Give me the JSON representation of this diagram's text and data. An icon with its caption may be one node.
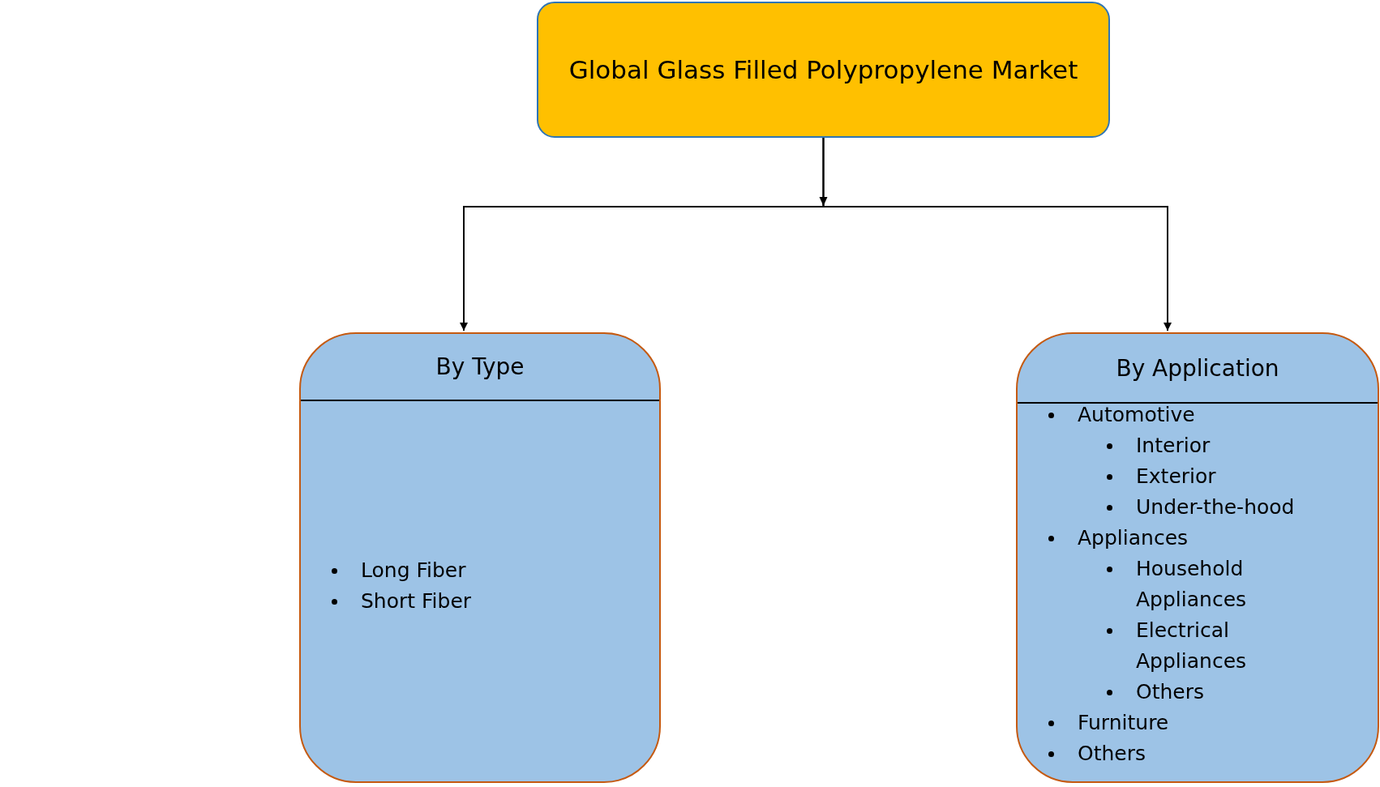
{
  "diagram": {
    "nodes": [
      {
        "text": [
          "Global Glass Filled Polypropylene Market"
        ]
      },
      {
        "text": [
          "By Type",
          "Long Fiber",
          "Short Fiber"
        ]
      },
      {
        "text": [
          "By Application",
          "Automotive",
          "Interior",
          "Exterior",
          "Under-the-hood",
          "Appliances",
          "Household Appliances",
          "Electrical Appliances",
          "Others",
          "Furniture",
          "Others"
        ]
      }
    ],
    "edges": [
      {
        "from": 0,
        "to": 1,
        "arrow": "to"
      },
      {
        "from": 0,
        "to": 2,
        "arrow": "to"
      }
    ]
  }
}
